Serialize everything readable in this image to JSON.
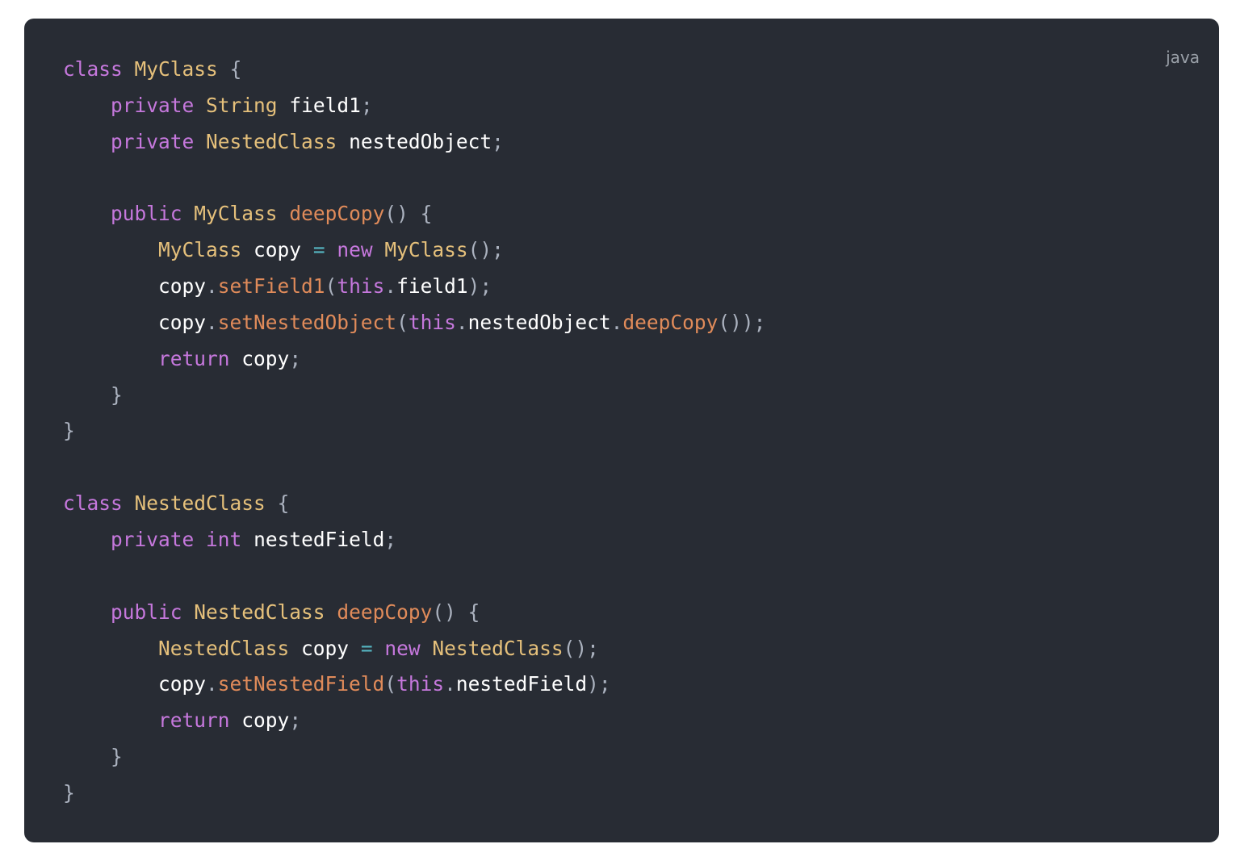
{
  "code_block": {
    "language": "java",
    "colors": {
      "background": "#282c34",
      "keyword": "#c678dd",
      "type": "#e5c07b",
      "function": "#e08b5a",
      "variable": "#ffffff",
      "operator": "#56b6c2",
      "punctuation": "#abb2bf",
      "label": "#9aa0a8"
    },
    "lines": [
      [
        [
          "keyword",
          "class"
        ],
        [
          "plain",
          " "
        ],
        [
          "type",
          "MyClass"
        ],
        [
          "plain",
          " "
        ],
        [
          "punctuation",
          "{"
        ]
      ],
      [
        [
          "plain",
          "    "
        ],
        [
          "keyword",
          "private"
        ],
        [
          "plain",
          " "
        ],
        [
          "type",
          "String"
        ],
        [
          "plain",
          " "
        ],
        [
          "variable",
          "field1"
        ],
        [
          "punctuation",
          ";"
        ]
      ],
      [
        [
          "plain",
          "    "
        ],
        [
          "keyword",
          "private"
        ],
        [
          "plain",
          " "
        ],
        [
          "type",
          "NestedClass"
        ],
        [
          "plain",
          " "
        ],
        [
          "variable",
          "nestedObject"
        ],
        [
          "punctuation",
          ";"
        ]
      ],
      [],
      [
        [
          "plain",
          "    "
        ],
        [
          "keyword",
          "public"
        ],
        [
          "plain",
          " "
        ],
        [
          "type",
          "MyClass"
        ],
        [
          "plain",
          " "
        ],
        [
          "function",
          "deepCopy"
        ],
        [
          "punctuation",
          "() {"
        ]
      ],
      [
        [
          "plain",
          "        "
        ],
        [
          "type",
          "MyClass"
        ],
        [
          "plain",
          " "
        ],
        [
          "variable",
          "copy"
        ],
        [
          "plain",
          " "
        ],
        [
          "operator",
          "="
        ],
        [
          "plain",
          " "
        ],
        [
          "keyword",
          "new"
        ],
        [
          "plain",
          " "
        ],
        [
          "type",
          "MyClass"
        ],
        [
          "punctuation",
          "();"
        ]
      ],
      [
        [
          "plain",
          "        "
        ],
        [
          "variable",
          "copy"
        ],
        [
          "punctuation",
          "."
        ],
        [
          "function",
          "setField1"
        ],
        [
          "punctuation",
          "("
        ],
        [
          "keyword",
          "this"
        ],
        [
          "punctuation",
          "."
        ],
        [
          "variable",
          "field1"
        ],
        [
          "punctuation",
          ");"
        ]
      ],
      [
        [
          "plain",
          "        "
        ],
        [
          "variable",
          "copy"
        ],
        [
          "punctuation",
          "."
        ],
        [
          "function",
          "setNestedObject"
        ],
        [
          "punctuation",
          "("
        ],
        [
          "keyword",
          "this"
        ],
        [
          "punctuation",
          "."
        ],
        [
          "variable",
          "nestedObject"
        ],
        [
          "punctuation",
          "."
        ],
        [
          "function",
          "deepCopy"
        ],
        [
          "punctuation",
          "());"
        ]
      ],
      [
        [
          "plain",
          "        "
        ],
        [
          "keyword",
          "return"
        ],
        [
          "plain",
          " "
        ],
        [
          "variable",
          "copy"
        ],
        [
          "punctuation",
          ";"
        ]
      ],
      [
        [
          "plain",
          "    "
        ],
        [
          "punctuation",
          "}"
        ]
      ],
      [
        [
          "punctuation",
          "}"
        ]
      ],
      [],
      [
        [
          "keyword",
          "class"
        ],
        [
          "plain",
          " "
        ],
        [
          "type",
          "NestedClass"
        ],
        [
          "plain",
          " "
        ],
        [
          "punctuation",
          "{"
        ]
      ],
      [
        [
          "plain",
          "    "
        ],
        [
          "keyword",
          "private"
        ],
        [
          "plain",
          " "
        ],
        [
          "keyword",
          "int"
        ],
        [
          "plain",
          " "
        ],
        [
          "variable",
          "nestedField"
        ],
        [
          "punctuation",
          ";"
        ]
      ],
      [],
      [
        [
          "plain",
          "    "
        ],
        [
          "keyword",
          "public"
        ],
        [
          "plain",
          " "
        ],
        [
          "type",
          "NestedClass"
        ],
        [
          "plain",
          " "
        ],
        [
          "function",
          "deepCopy"
        ],
        [
          "punctuation",
          "() {"
        ]
      ],
      [
        [
          "plain",
          "        "
        ],
        [
          "type",
          "NestedClass"
        ],
        [
          "plain",
          " "
        ],
        [
          "variable",
          "copy"
        ],
        [
          "plain",
          " "
        ],
        [
          "operator",
          "="
        ],
        [
          "plain",
          " "
        ],
        [
          "keyword",
          "new"
        ],
        [
          "plain",
          " "
        ],
        [
          "type",
          "NestedClass"
        ],
        [
          "punctuation",
          "();"
        ]
      ],
      [
        [
          "plain",
          "        "
        ],
        [
          "variable",
          "copy"
        ],
        [
          "punctuation",
          "."
        ],
        [
          "function",
          "setNestedField"
        ],
        [
          "punctuation",
          "("
        ],
        [
          "keyword",
          "this"
        ],
        [
          "punctuation",
          "."
        ],
        [
          "variable",
          "nestedField"
        ],
        [
          "punctuation",
          ");"
        ]
      ],
      [
        [
          "plain",
          "        "
        ],
        [
          "keyword",
          "return"
        ],
        [
          "plain",
          " "
        ],
        [
          "variable",
          "copy"
        ],
        [
          "punctuation",
          ";"
        ]
      ],
      [
        [
          "plain",
          "    "
        ],
        [
          "punctuation",
          "}"
        ]
      ],
      [
        [
          "punctuation",
          "}"
        ]
      ]
    ]
  }
}
